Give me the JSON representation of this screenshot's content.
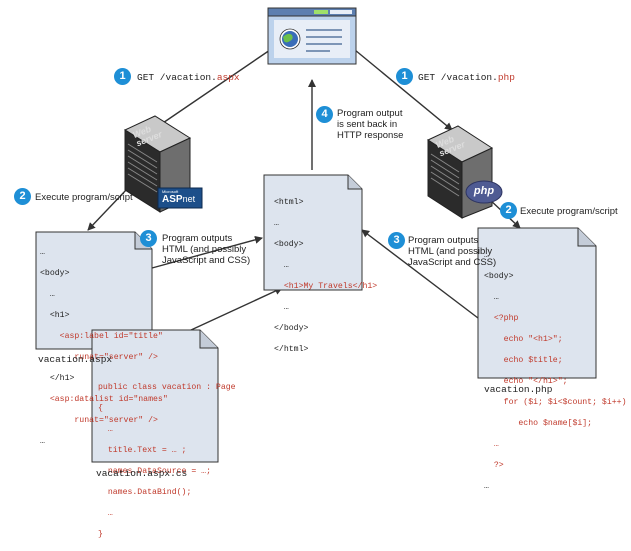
{
  "browser": {
    "icon": "browser-window-icon"
  },
  "requests": {
    "left": {
      "step": "1",
      "prefix": "GET /vacation.",
      "ext": "aspx"
    },
    "right": {
      "step": "1",
      "prefix": "GET /vacation.",
      "ext": "php"
    }
  },
  "servers": {
    "left": {
      "label_line1": "Web",
      "label_line2": "server",
      "badge_small": "Microsoft",
      "badge_main": "ASP",
      "badge_suffix": "net"
    },
    "right": {
      "label_line1": "Web",
      "label_line2": "server",
      "badge": "php"
    }
  },
  "steps": {
    "execute_left": {
      "step": "2",
      "text": "Execute program/script"
    },
    "execute_right": {
      "step": "2",
      "text": "Execute program/script"
    },
    "outputs_left": {
      "step": "3",
      "line1": "Program outputs",
      "line2": "HTML (and possibly",
      "line3": "JavaScript and CSS)"
    },
    "outputs_right": {
      "step": "3",
      "line1": "Program outputs",
      "line2": "HTML (and possibly",
      "line3": "JavaScript and CSS)"
    },
    "response": {
      "step": "4",
      "line1": "Program output",
      "line2": "is sent back in",
      "line3": "HTTP response"
    }
  },
  "documents": {
    "aspx": {
      "caption": "vacation.aspx",
      "lines": [
        "…",
        "<body>",
        "  …",
        "  <h1>",
        "    <asp:label id=\"title\"",
        "       runat=\"server\" />",
        "  </h1>",
        "  <asp:datalist id=\"names\"",
        "       runat=\"server\" />",
        "…"
      ]
    },
    "aspx_cs": {
      "caption": "vacation.aspx.cs",
      "lines": [
        "public class vacation : Page",
        "{",
        "  …",
        "  title.Text = … ;",
        "  names.DataSource = …;",
        "  names.DataBind();",
        "  …",
        "}"
      ]
    },
    "html": {
      "lines": [
        "<html>",
        "…",
        "<body>",
        "  …",
        "  <h1>My Travels</h1>",
        "  …",
        "</body>",
        "</html>"
      ]
    },
    "php": {
      "caption": "vacation.php",
      "lines": [
        "…",
        "<body>",
        "  …",
        "  <?php",
        "    echo \"<h1>\";",
        "    echo $title;",
        "    echo \"</h1>\";",
        "    for ($i; $i<$count; $i++)",
        "       echo $name[$i];",
        "  …",
        "  ?>",
        "…"
      ]
    }
  },
  "colors": {
    "accent": "#1e8fd6",
    "code_red": "#c0392b",
    "doc_fill": "#dde4ee",
    "arrow": "#333333"
  }
}
